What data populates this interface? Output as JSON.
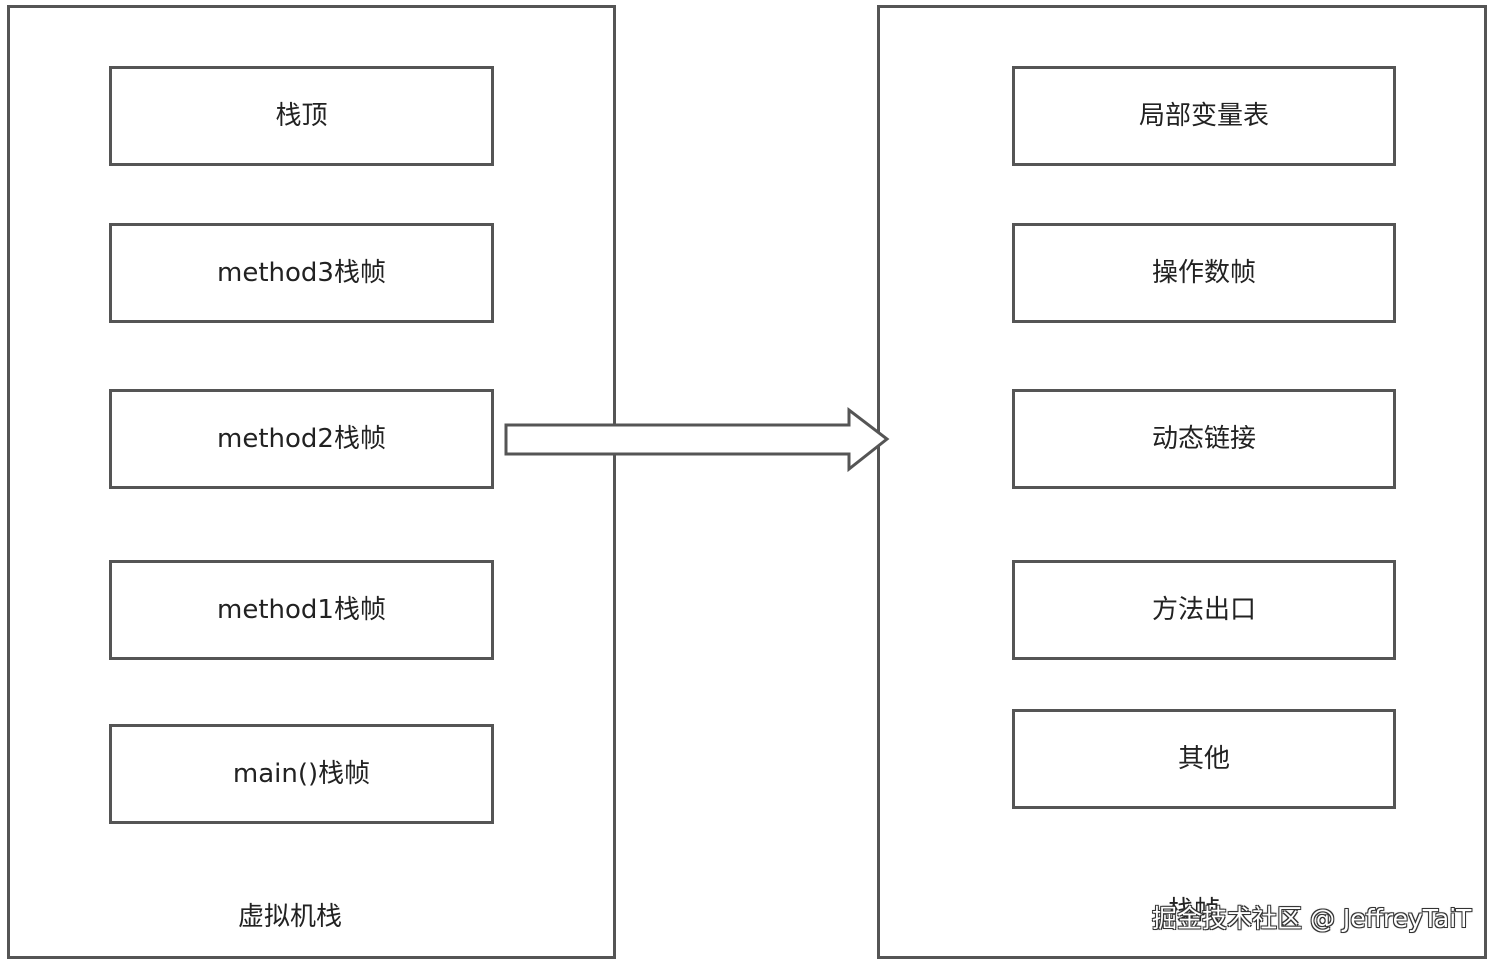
{
  "left_panel": {
    "caption": "虚拟机栈",
    "items": [
      {
        "label": "栈顶"
      },
      {
        "label": "method3栈帧"
      },
      {
        "label": "method2栈帧"
      },
      {
        "label": "method1栈帧"
      },
      {
        "label": "main()栈帧"
      }
    ]
  },
  "right_panel": {
    "caption": "栈帧",
    "items": [
      {
        "label": "局部变量表"
      },
      {
        "label": "操作数帧"
      },
      {
        "label": "动态链接"
      },
      {
        "label": "方法出口"
      },
      {
        "label": "其他"
      }
    ]
  },
  "watermark": "掘金技术社区 @ JeffreyTaiT",
  "colors": {
    "stroke": "#555555",
    "background": "#ffffff",
    "text": "#222222"
  }
}
